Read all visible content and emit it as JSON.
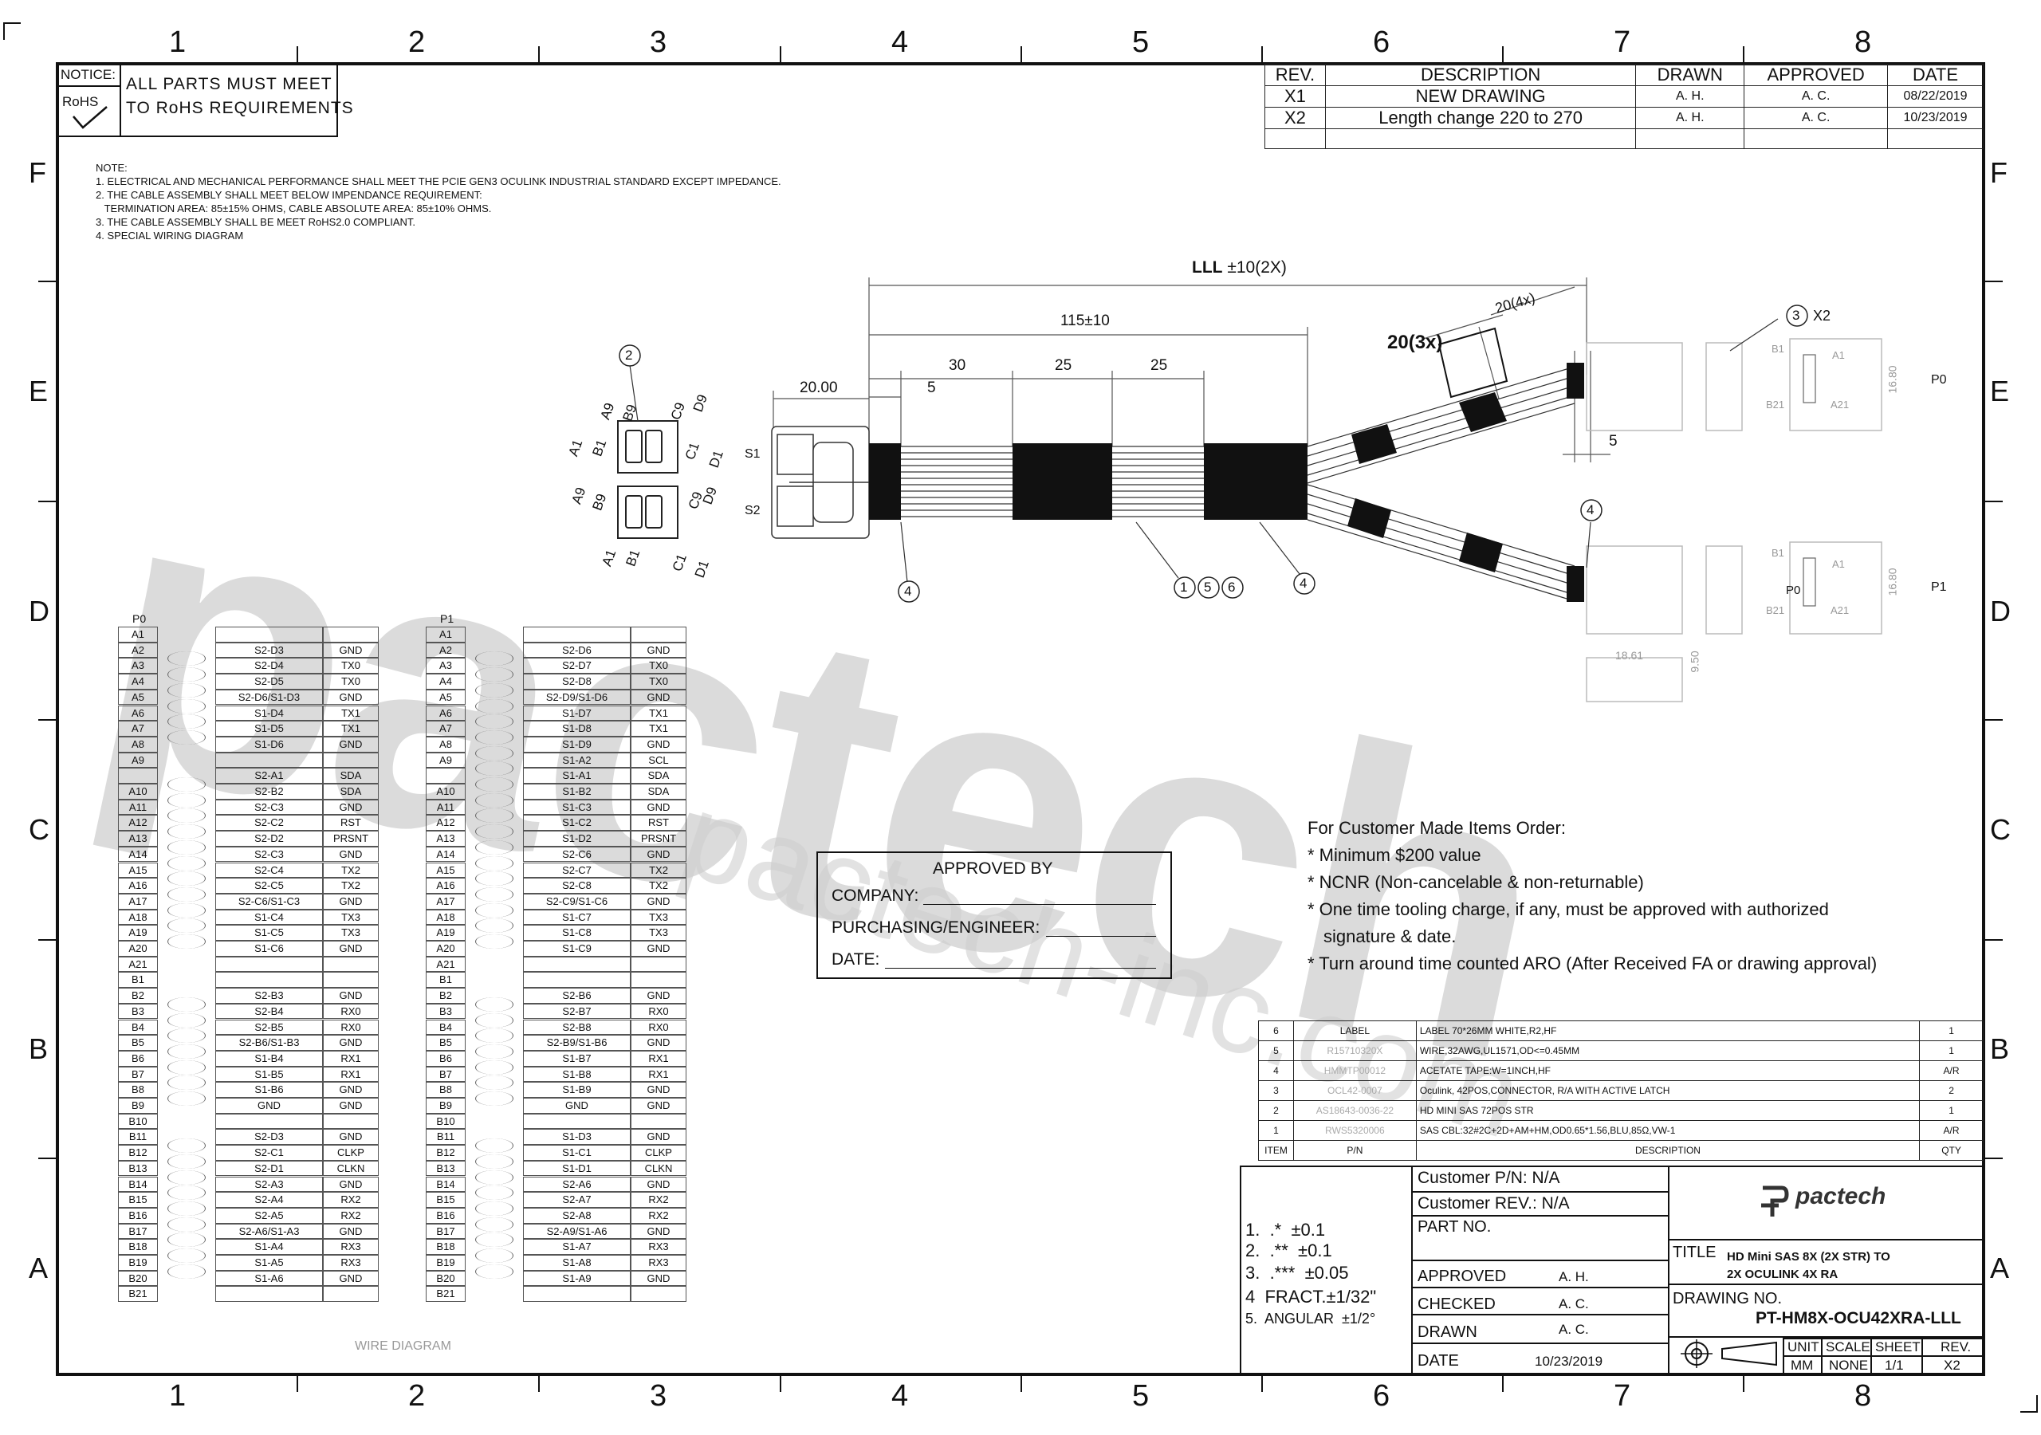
{
  "zones": {
    "cols": [
      "1",
      "2",
      "3",
      "4",
      "5",
      "6",
      "7",
      "8"
    ],
    "rows": [
      "F",
      "E",
      "D",
      "C",
      "B",
      "A"
    ]
  },
  "notice": {
    "label": "NOTICE:",
    "rohs": "RoHS",
    "text1": "ALL PARTS MUST MEET",
    "text2": "TO RoHS REQUIREMENTS"
  },
  "revisions": {
    "headers": [
      "REV.",
      "DESCRIPTION",
      "DRAWN",
      "APPROVED",
      "DATE"
    ],
    "rows": [
      [
        "X1",
        "NEW DRAWING",
        "A. H.",
        "A. C.",
        "08/22/2019"
      ],
      [
        "X2",
        "Length change 220 to 270",
        "A. H.",
        "A. C.",
        "10/23/2019"
      ]
    ]
  },
  "notes": [
    "NOTE:",
    "1. ELECTRICAL AND MECHANICAL PERFORMANCE SHALL MEET THE PCIE GEN3 OCULINK INDUSTRIAL STANDARD EXCEPT IMPEDANCE.",
    "2. THE CABLE ASSEMBLY SHALL MEET BELOW IMPENDANCE REQUIREMENT:",
    "   TERMINATION AREA: 85±15% OHMS, CABLE ABSOLUTE AREA: 85±10% OHMS.",
    "3. THE CABLE ASSEMBLY SHALL BE MEET RoHS2.0 COMPLIANT.",
    "4. SPECIAL WIRING DIAGRAM"
  ],
  "dims": {
    "lll": "LLL",
    "lll_tol": "±10(2X)",
    "d115": "115±10",
    "d30": "30",
    "d25a": "25",
    "d25b": "25",
    "d5a": "5",
    "d20": "20.00",
    "d20x3": "20(3x)",
    "d20x4": "20(4x)",
    "d5b": "5",
    "s1": "S1",
    "s2": "S2",
    "p0": "P0",
    "p1": "P1",
    "x2": "X2",
    "d1680a": "16.80",
    "d1680b": "16.80",
    "d1861": "18.61",
    "d950": "9.50",
    "b1a": "B1",
    "a1a": "A1",
    "b21a": "B21",
    "a21a": "A21",
    "b1b": "B1",
    "a1b": "A1",
    "b21b": "B21",
    "a21b": "A21",
    "p0b": "P0"
  },
  "balloons": [
    "2",
    "4",
    "1",
    "5",
    "6",
    "4",
    "4",
    "3"
  ],
  "conn_labels": [
    "A9",
    "B9",
    "C9",
    "D9",
    "A1",
    "B1",
    "C1",
    "D1",
    "D9",
    "C9",
    "A9",
    "B9",
    "A1",
    "B1",
    "C1",
    "D1"
  ],
  "wiring": {
    "left_header": "P0",
    "right_header": "P1",
    "caption": "WIRE DIAGRAM",
    "left": [
      [
        "A1",
        "",
        ""
      ],
      [
        "A2",
        "S2-D3",
        "GND"
      ],
      [
        "A3",
        "S2-D4",
        "TX0"
      ],
      [
        "A4",
        "S2-D5",
        "TX0"
      ],
      [
        "A5",
        "S2-D6/S1-D3",
        "GND"
      ],
      [
        "A6",
        "S1-D4",
        "TX1"
      ],
      [
        "A7",
        "S1-D5",
        "TX1"
      ],
      [
        "A8",
        "S1-D6",
        "GND"
      ],
      [
        "A9",
        "",
        ""
      ],
      [
        "",
        "S2-A1",
        "SDA"
      ],
      [
        "A10",
        "S2-B2",
        "SDA"
      ],
      [
        "A11",
        "S2-C3",
        "GND"
      ],
      [
        "A12",
        "S2-C2",
        "RST"
      ],
      [
        "A13",
        "S2-D2",
        "PRSNT"
      ],
      [
        "A14",
        "S2-C3",
        "GND"
      ],
      [
        "A15",
        "S2-C4",
        "TX2"
      ],
      [
        "A16",
        "S2-C5",
        "TX2"
      ],
      [
        "A17",
        "S2-C6/S1-C3",
        "GND"
      ],
      [
        "A18",
        "S1-C4",
        "TX3"
      ],
      [
        "A19",
        "S1-C5",
        "TX3"
      ],
      [
        "A20",
        "S1-C6",
        "GND"
      ],
      [
        "A21",
        "",
        ""
      ],
      [
        "B1",
        "",
        ""
      ],
      [
        "B2",
        "S2-B3",
        "GND"
      ],
      [
        "B3",
        "S2-B4",
        "RX0"
      ],
      [
        "B4",
        "S2-B5",
        "RX0"
      ],
      [
        "B5",
        "S2-B6/S1-B3",
        "GND"
      ],
      [
        "B6",
        "S1-B4",
        "RX1"
      ],
      [
        "B7",
        "S1-B5",
        "RX1"
      ],
      [
        "B8",
        "S1-B6",
        "GND"
      ],
      [
        "B9",
        "GND",
        "GND"
      ],
      [
        "B10",
        "",
        ""
      ],
      [
        "B11",
        "S2-D3",
        "GND"
      ],
      [
        "B12",
        "S2-C1",
        "CLKP"
      ],
      [
        "B13",
        "S2-D1",
        "CLKN"
      ],
      [
        "B14",
        "S2-A3",
        "GND"
      ],
      [
        "B15",
        "S2-A4",
        "RX2"
      ],
      [
        "B16",
        "S2-A5",
        "RX2"
      ],
      [
        "B17",
        "S2-A6/S1-A3",
        "GND"
      ],
      [
        "B18",
        "S1-A4",
        "RX3"
      ],
      [
        "B19",
        "S1-A5",
        "RX3"
      ],
      [
        "B20",
        "S1-A6",
        "GND"
      ],
      [
        "B21",
        "",
        ""
      ]
    ],
    "right": [
      [
        "A1",
        "",
        ""
      ],
      [
        "A2",
        "S2-D6",
        "GND"
      ],
      [
        "A3",
        "S2-D7",
        "TX0"
      ],
      [
        "A4",
        "S2-D8",
        "TX0"
      ],
      [
        "A5",
        "S2-D9/S1-D6",
        "GND"
      ],
      [
        "A6",
        "S1-D7",
        "TX1"
      ],
      [
        "A7",
        "S1-D8",
        "TX1"
      ],
      [
        "A8",
        "S1-D9",
        "GND"
      ],
      [
        "A9",
        "S1-A2",
        "SCL"
      ],
      [
        "",
        "S1-A1",
        "SDA"
      ],
      [
        "A10",
        "S1-B2",
        "SDA"
      ],
      [
        "A11",
        "S1-C3",
        "GND"
      ],
      [
        "A12",
        "S1-C2",
        "RST"
      ],
      [
        "A13",
        "S1-D2",
        "PRSNT"
      ],
      [
        "A14",
        "S2-C6",
        "GND"
      ],
      [
        "A15",
        "S2-C7",
        "TX2"
      ],
      [
        "A16",
        "S2-C8",
        "TX2"
      ],
      [
        "A17",
        "S2-C9/S1-C6",
        "GND"
      ],
      [
        "A18",
        "S1-C7",
        "TX3"
      ],
      [
        "A19",
        "S1-C8",
        "TX3"
      ],
      [
        "A20",
        "S1-C9",
        "GND"
      ],
      [
        "A21",
        "",
        ""
      ],
      [
        "B1",
        "",
        ""
      ],
      [
        "B2",
        "S2-B6",
        "GND"
      ],
      [
        "B3",
        "S2-B7",
        "RX0"
      ],
      [
        "B4",
        "S2-B8",
        "RX0"
      ],
      [
        "B5",
        "S2-B9/S1-B6",
        "GND"
      ],
      [
        "B6",
        "S1-B7",
        "RX1"
      ],
      [
        "B7",
        "S1-B8",
        "RX1"
      ],
      [
        "B8",
        "S1-B9",
        "GND"
      ],
      [
        "B9",
        "GND",
        "GND"
      ],
      [
        "B10",
        "",
        ""
      ],
      [
        "B11",
        "S1-D3",
        "GND"
      ],
      [
        "B12",
        "S1-C1",
        "CLKP"
      ],
      [
        "B13",
        "S1-D1",
        "CLKN"
      ],
      [
        "B14",
        "S2-A6",
        "GND"
      ],
      [
        "B15",
        "S2-A7",
        "RX2"
      ],
      [
        "B16",
        "S2-A8",
        "RX2"
      ],
      [
        "B17",
        "S2-A9/S1-A6",
        "GND"
      ],
      [
        "B18",
        "S1-A7",
        "RX3"
      ],
      [
        "B19",
        "S1-A8",
        "RX3"
      ],
      [
        "B20",
        "S1-A9",
        "GND"
      ],
      [
        "B21",
        "",
        ""
      ]
    ]
  },
  "approval": {
    "title": "APPROVED BY",
    "company": "COMPANY:",
    "purchasing": "PURCHASING/ENGINEER:",
    "date": "DATE:"
  },
  "customer_notes": {
    "title": "For Customer Made Items Order:",
    "lines": [
      "* Minimum $200 value",
      "* NCNR (Non-cancelable & non-returnable)",
      "* One time tooling charge, if any, must be approved with authorized",
      "signature & date.",
      "* Turn around time counted ARO (After Received FA or drawing approval)"
    ]
  },
  "bom": {
    "headers": [
      "ITEM",
      "P/N",
      "DESCRIPTION",
      "QTY"
    ],
    "rows": [
      [
        "6",
        "LABEL",
        "LABEL 70*26MM WHITE,R2,HF",
        "1"
      ],
      [
        "5",
        "R15710320X",
        "WIRE,32AWG,UL1571,OD<=0.45MM",
        "1"
      ],
      [
        "4",
        "HMMTP00012",
        "ACETATE TAPE:W=1INCH,HF",
        "A/R"
      ],
      [
        "3",
        "OCL42-0007",
        "Oculink, 42POS,CONNECTOR, R/A WITH ACTIVE LATCH",
        "2"
      ],
      [
        "2",
        "AS18643-0036-22",
        "HD MINI SAS 72POS STR",
        "1"
      ],
      [
        "1",
        "RWS5320006",
        "SAS CBL:32#2C+2D+AM+HM,OD0.65*1.56,BLU,85Ω,VW-1",
        "A/R"
      ]
    ]
  },
  "title_block": {
    "tolerances": [
      "1.  .*  ±0.1",
      "2.  .**  ±0.1",
      "3.  .***  ±0.05",
      "4  FRACT.±1/32\"",
      "5.  ANGULAR  ±1/2°"
    ],
    "customer_pn": "Customer P/N: N/A",
    "customer_rev": "Customer REV.: N/A",
    "part_no": "PART NO.",
    "approved_label": "APPROVED",
    "approved_val": "A. H.",
    "checked_label": "CHECKED",
    "checked_val": "A. C.",
    "drawn_label": "DRAWN",
    "drawn_val": "A. C.",
    "date_label": "DATE",
    "date_val": "10/23/2019",
    "logo_text": "pactech",
    "title_label": "TITLE",
    "title_l1": "HD Mini SAS 8X (2X STR) TO",
    "title_l2": "2X OCULINK 4X RA",
    "drawing_no_label": "DRAWING  NO.",
    "drawing_no": "PT-HM8X-OCU42XRA-LLL",
    "unit_label": "UNIT",
    "unit_val": "MM",
    "scale_label": "SCALE",
    "scale_val": "NONE",
    "sheet_label": "SHEET",
    "sheet_val": "1/1",
    "rev_label": "REV.",
    "rev_val": "X2"
  },
  "watermark": {
    "big": "pactech",
    "url": "pactech-inc.com"
  }
}
